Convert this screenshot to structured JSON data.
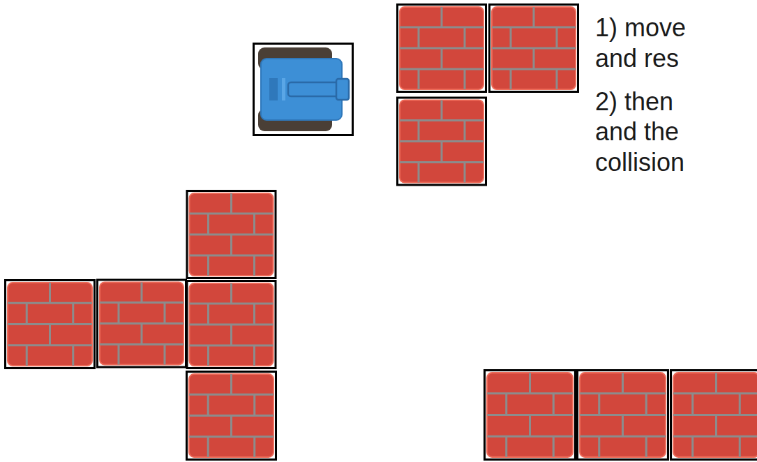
{
  "diagram": {
    "labels": [
      "1) move",
      "and res",
      "2) then",
      "and the",
      "collision"
    ]
  }
}
